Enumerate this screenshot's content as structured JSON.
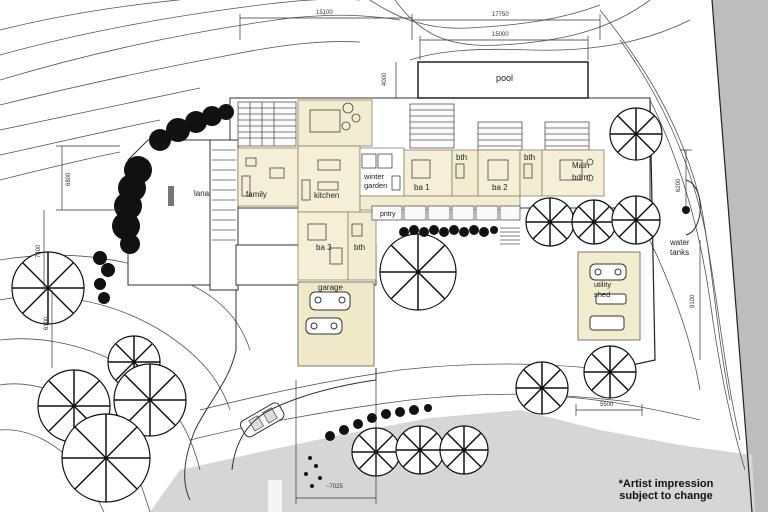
{
  "rooms": {
    "pool": "pool",
    "lanai": "lanai",
    "family": "family",
    "kitchen": "kitchen",
    "winter_garden": "winter\ngarden",
    "bth_top": "bth",
    "bth_right": "bth",
    "ba1": "ba 1",
    "ba2": "ba 2",
    "main_bdrm": "Main\nbdrm",
    "pantry": "pntry",
    "ba3": "ba 3",
    "bth_lower": "bth",
    "garage": "garage",
    "utility_shed": "utility\nshed",
    "water_tanks": "water\ntanks"
  },
  "dimensions": {
    "d15100": "15100",
    "d17750": "17750",
    "d15000": "15000",
    "d4000": "4000",
    "d6800": "6800",
    "d7400": "7400",
    "d6100": "6100",
    "d6200": "6200",
    "d9100": "9100",
    "d5500": "5500",
    "d7025": "~7025"
  },
  "note": {
    "line1": "*Artist impression",
    "line2": "subject to change"
  },
  "colors": {
    "house_fill": "#f4efd6",
    "garage_fill": "#efe9c8",
    "shed_fill": "#f1ecce",
    "road": "#d9d9d9",
    "neighbor": "#bdbdbd",
    "line": "#333333"
  }
}
